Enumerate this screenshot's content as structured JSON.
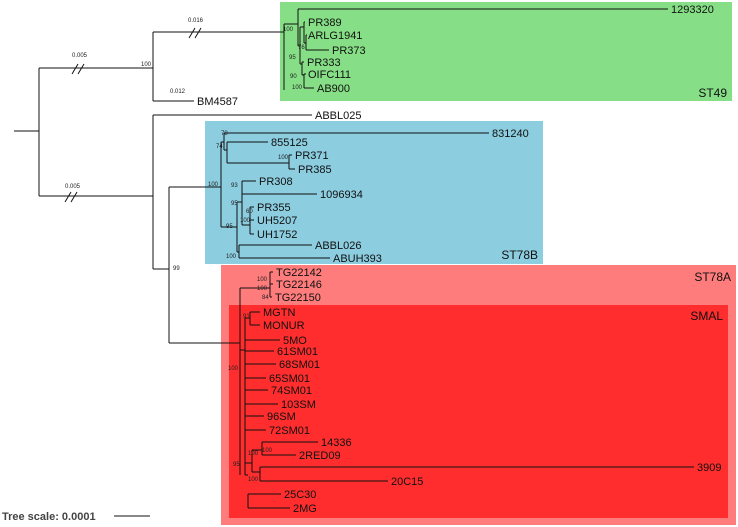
{
  "clades": [
    {
      "id": "st49",
      "label": "ST49",
      "color": "#86df86"
    },
    {
      "id": "st78b",
      "label": "ST78B",
      "color": "#8ccde0"
    },
    {
      "id": "st78a",
      "label": "ST78A",
      "color": "#ff7c7c"
    },
    {
      "id": "smal",
      "label": "SMAL",
      "color": "#ff2d2d"
    }
  ],
  "leaves": [
    "1293320",
    "PR389",
    "ARLG1941",
    "PR373",
    "PR333",
    "OIFC111",
    "AB900",
    "BM4587",
    "ABBL025",
    "831240",
    "855125",
    "PR371",
    "PR385",
    "PR308",
    "1096934",
    "PR355",
    "UH5207",
    "UH1752",
    "ABBL026",
    "ABUH393",
    "TG22142",
    "TG22146",
    "TG22150",
    "MGTN",
    "MONUR",
    "5MO",
    "61SM01",
    "68SM01",
    "65SM01",
    "74SM01",
    "103SM",
    "96SM",
    "72SM01",
    "14336",
    "2RED09",
    "3909",
    "20C15",
    "25C30",
    "2MG"
  ],
  "support_values": [
    "0.016",
    "100",
    "0.005",
    "100",
    "76",
    "95",
    "90",
    "100",
    "0.012",
    "0.005",
    "78",
    "74",
    "100",
    "100",
    "93",
    "95",
    "60",
    "100",
    "95",
    "100",
    "99",
    "100",
    "100",
    "84",
    "91",
    "100",
    "100",
    "100",
    "95",
    "100"
  ],
  "scale": {
    "label": "Tree scale: 0.0001"
  }
}
